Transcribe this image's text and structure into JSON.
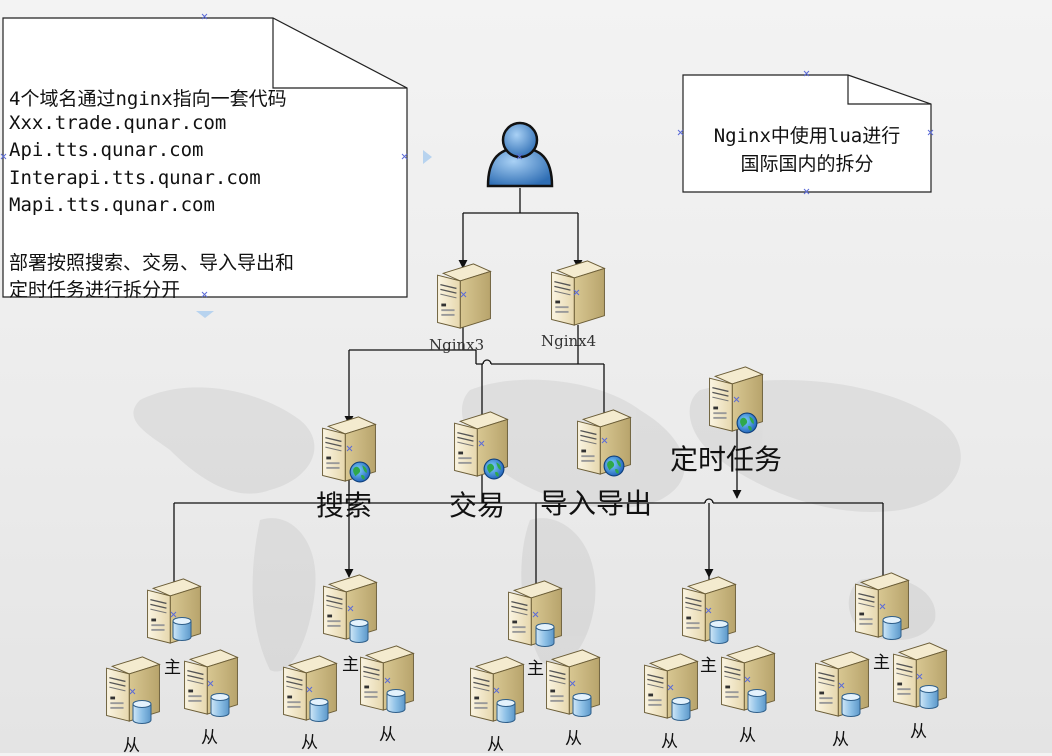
{
  "note_left": {
    "lines": [
      "4个域名通过nginx指向一套代码",
      "Xxx.trade.qunar.com",
      "Api.tts.qunar.com",
      "Interapi.tts.qunar.com",
      "Mapi.tts.qunar.com",
      "",
      "部署按照搜索、交易、导入导出和",
      "定时任务进行拆分开"
    ]
  },
  "note_right": {
    "lines": [
      "Nginx中使用lua进行",
      "国际国内的拆分"
    ]
  },
  "nginx": {
    "left": "Nginx3",
    "right": "Nginx4"
  },
  "services": {
    "search": "搜索",
    "trade": "交易",
    "import_export": "导入导出",
    "scheduled": "定时任务"
  },
  "db": {
    "master": "主",
    "slave": "从"
  },
  "colors": {
    "line": "#111111",
    "note_border": "#222222",
    "server_body": "#e8dcb8",
    "server_dark": "#b9a877",
    "db_blue": "#7fb3dc",
    "user_blue": "#3f7fc6",
    "globe_green": "#2e9e3e"
  }
}
